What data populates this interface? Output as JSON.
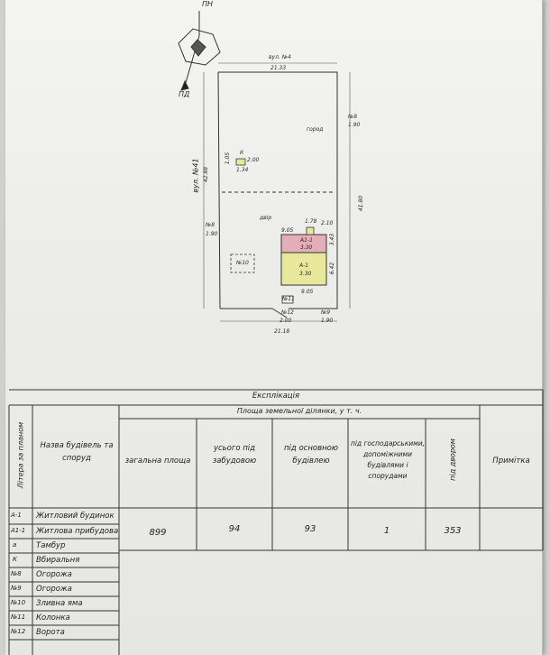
{
  "compass": {
    "north": "ПН",
    "south": "ПД"
  },
  "plan": {
    "street_top": "вул. №4",
    "street_left": "вул. №41",
    "dims": {
      "top": "21.33",
      "left": "42.88",
      "right": "41.80",
      "bottom": "21.18",
      "house_width": "9.05",
      "house_width_bottom": "9.05",
      "house_h1": "3.43",
      "house_h2": "6.42",
      "porch": "1.78",
      "porch2": "2.10",
      "k_w": "2.00",
      "k_h": "1.34",
      "k_v": "1.05"
    },
    "labels": {
      "garden": "город",
      "yard": "двір",
      "k": "К",
      "a1": "А-1",
      "a1_floors": "3.30",
      "a11": "А1-1",
      "a11_floors": "3.30",
      "well": "№10",
      "n11": "№11",
      "n12": "№12",
      "fence8_top": "№8",
      "fence8_top_val": "1.90",
      "fence8_left": "№8",
      "fence8_left_val": "1.90",
      "fence9": "№9",
      "fence9_val": "1.90",
      "gate": "№12",
      "gate_val": "2.00"
    }
  },
  "explication": {
    "title": "Експлікація",
    "area_header": "Площа земельної ділянки, у т. ч.",
    "col_letter": "Літера за планом",
    "col_name": "Назва будівель та споруд",
    "col_total": "загальна площа",
    "col_built": "усього під забудовою",
    "col_main": "під основною будівлею",
    "col_aux": "під господарськими, допоміжними будівлями і спорудами",
    "col_yard": "під двором",
    "col_note": "Примітка",
    "values": {
      "total": "899",
      "built": "94",
      "main": "93",
      "aux": "1",
      "yard": "353"
    },
    "rows": [
      {
        "letter": "А-1",
        "name": "Житловий будинок"
      },
      {
        "letter": "А1-1",
        "name": "Житлова прибудова"
      },
      {
        "letter": "а",
        "name": "Тамбур"
      },
      {
        "letter": "К",
        "name": "Вбиральня"
      },
      {
        "letter": "№8",
        "name": "Огорожа"
      },
      {
        "letter": "№9",
        "name": "Огорожа"
      },
      {
        "letter": "№10",
        "name": "Зливна яма"
      },
      {
        "letter": "№11",
        "name": "Колонка"
      },
      {
        "letter": "№12",
        "name": "Ворота"
      }
    ]
  }
}
